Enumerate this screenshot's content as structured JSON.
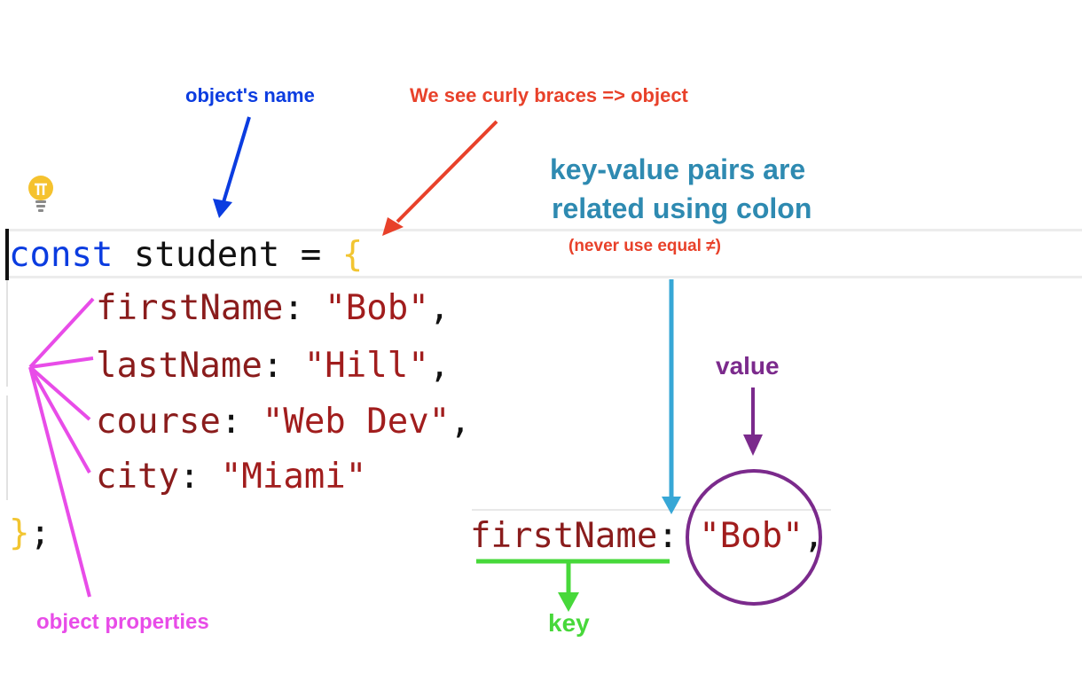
{
  "code": {
    "line1": {
      "keyword": "const",
      "name": " student",
      "op": " = ",
      "brace_open": "{"
    },
    "props": [
      {
        "key": "firstName",
        "colon": ": ",
        "value": "\"Bob\"",
        "comma": ","
      },
      {
        "key": "lastName",
        "colon": ": ",
        "value": "\"Hill\"",
        "comma": ","
      },
      {
        "key": "course",
        "colon": ": ",
        "value": "\"Web Dev\"",
        "comma": ","
      },
      {
        "key": "city",
        "colon": ": ",
        "value": "\"Miami\"",
        "comma": ""
      }
    ],
    "closing": {
      "brace": "}",
      "semicolon": ";"
    }
  },
  "example": {
    "key": "firstName",
    "colon": ":",
    "space": " ",
    "value": "\"Bob\"",
    "comma": ","
  },
  "annotations": {
    "object_name": "object's name",
    "curly_braces": "We see curly braces => object",
    "pairs_line1": "key-value pairs are",
    "pairs_line2": "related using colon",
    "never_equal": "(never use equal ≠)",
    "value": "value",
    "key": "key",
    "object_properties": "object properties"
  },
  "colors": {
    "keyword": "#0b3ce0",
    "string": "#a11d1d",
    "brace": "#f2c531",
    "annotation_blue": "#0b3ce0",
    "annotation_red": "#e8412a",
    "annotation_teal": "#2e8ab1",
    "annotation_purple": "#7b2a8c",
    "annotation_green": "#47d83a",
    "annotation_pink": "#e84ce8"
  },
  "icons": {
    "hint": "lightbulb-icon"
  }
}
